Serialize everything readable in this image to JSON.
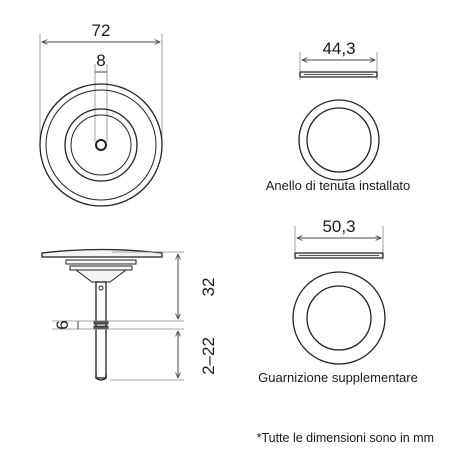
{
  "top_view": {
    "outer_diameter": "72",
    "hole_diameter": "8"
  },
  "installed_seal": {
    "diameter": "44,3",
    "caption": "Anello di tenuta installato"
  },
  "side_view": {
    "height": "32",
    "stem_gap": "6",
    "stem_range": "2–22"
  },
  "spare_gasket": {
    "diameter": "50,3",
    "caption": "Guarnizione supplementare"
  },
  "footnote": "*Tutte le dimensioni sono in mm",
  "colors": {
    "line": "#222222",
    "dim": "#555555",
    "fill_part": "#f4f4f4"
  }
}
